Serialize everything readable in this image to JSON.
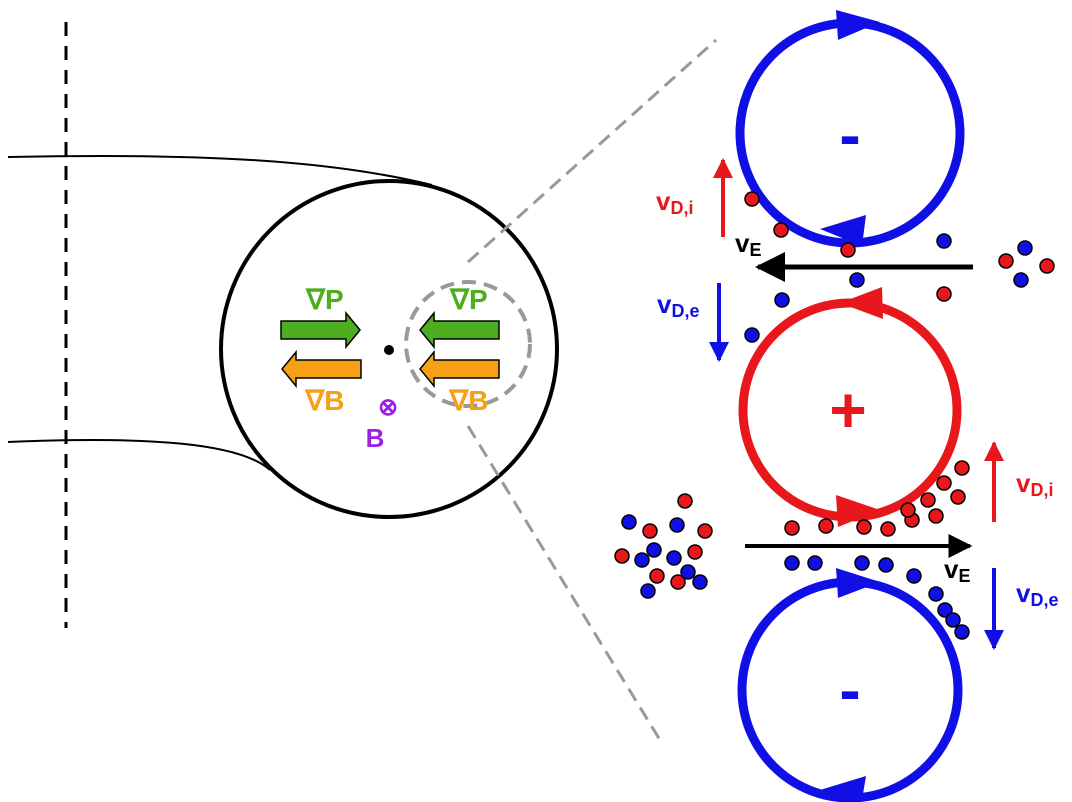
{
  "colors": {
    "electron": "#1010e6",
    "ion": "#e8171b",
    "pressure_grad": "#4cae1e",
    "field_grad": "#f5a017",
    "field": "#9a22e0",
    "outline": "#000000",
    "zoom_guide": "#999999"
  },
  "left_panel": {
    "pressure_gradient_label": "∇P",
    "field_gradient_label": "∇B",
    "field_label": "B",
    "field_symbol": "⊗"
  },
  "right_panel": {
    "negative_sign": "-",
    "positive_sign": "+",
    "ion_drift_label": "D,i",
    "electron_drift_label": "D,e",
    "exb_label": "E",
    "velocity_prefix": "v"
  }
}
